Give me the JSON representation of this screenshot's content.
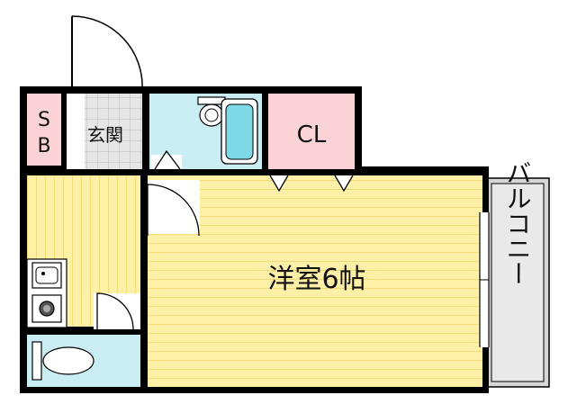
{
  "floor_plan": {
    "rooms": {
      "storage_box": {
        "label_line1": "S",
        "label_line2": "B"
      },
      "entrance": {
        "label": "玄関"
      },
      "closet": {
        "label": "CL"
      },
      "western_room": {
        "label": "洋室6帖"
      },
      "balcony": {
        "label": "バルコニー"
      }
    }
  },
  "colors": {
    "wall": "#000000",
    "floor_wood": "#fff0a8",
    "wood_grain": "#e6c34a",
    "entrance_tile": "#d9d9d9",
    "bath_blue": "#c9edf2",
    "tub_blue": "#7fd8e6",
    "closet_pink": "#fbd3d6",
    "sb_pink": "#fbd3d6",
    "balcony_gray": "#d9d9d9"
  }
}
